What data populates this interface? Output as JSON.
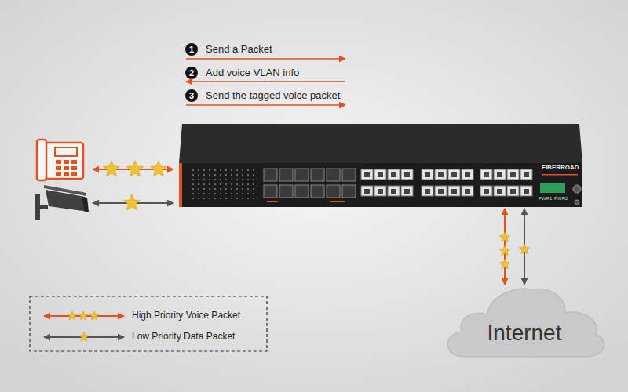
{
  "diagram": {
    "nodes": [
      {
        "text": [
          "FIBERROAD"
        ]
      },
      {
        "text": [
          "Internet"
        ]
      }
    ],
    "edges": [
      {
        "from": 0,
        "to": 1,
        "arrow": "both"
      },
      {
        "from": 0,
        "to": 1,
        "arrow": "both"
      }
    ],
    "labels": [
      "1",
      "Send a Packet",
      "2",
      "Add voice VLAN info",
      "3",
      "Send the tagged voice packet",
      "PWR1",
      "PWR2"
    ],
    "legend": [
      {
        "text": "High Priority Voice Packet"
      },
      {
        "text": "Low Priority Data Packet"
      }
    ]
  }
}
